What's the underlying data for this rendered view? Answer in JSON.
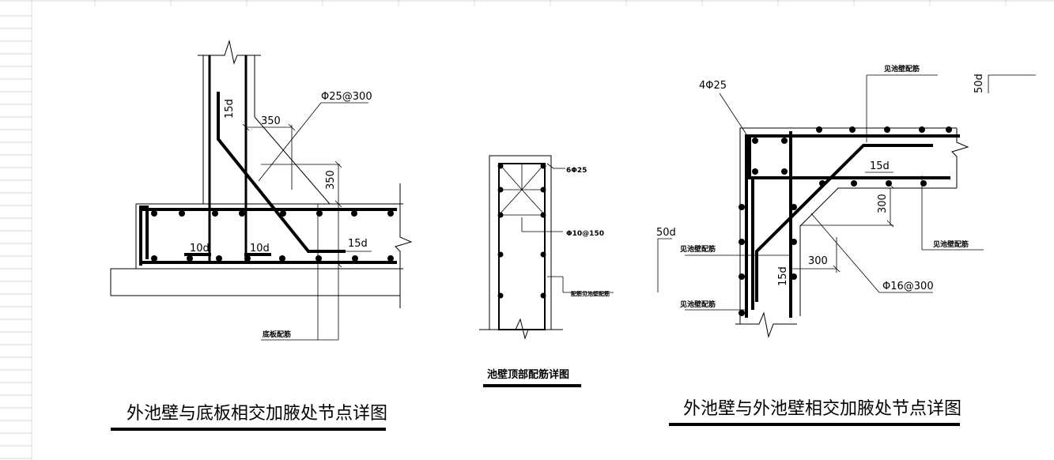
{
  "detail_left": {
    "title": "外池壁与底板相交加腋处节点详图",
    "bar_spec": "Φ25@300",
    "dim_horizontal": "350",
    "dim_vertical": "350",
    "anchor_wall": "15d",
    "anchor_slab": "15d",
    "hook_left": "10d",
    "hook_right": "10d",
    "slab_note": "底板配筋"
  },
  "detail_middle": {
    "title": "池壁顶部配筋详图",
    "top_bars": "6Φ25",
    "stirrup": "Φ10@150",
    "side_note": "配筋见池壁配筋"
  },
  "detail_right": {
    "title": "外池壁与外池壁相交加腋处节点详图",
    "corner_bars": "4Φ25",
    "bar_spec": "Φ16@300",
    "ref_top": "见池壁配筋",
    "ref_right": "见池壁配筋",
    "ref_left_upper": "见池壁配筋",
    "ref_left_lower": "见池壁配筋",
    "break_top_right": "50d",
    "break_left": "50d",
    "anchor_top": "15d",
    "anchor_left": "15d",
    "dim_vertical": "300",
    "dim_horizontal": "300"
  }
}
